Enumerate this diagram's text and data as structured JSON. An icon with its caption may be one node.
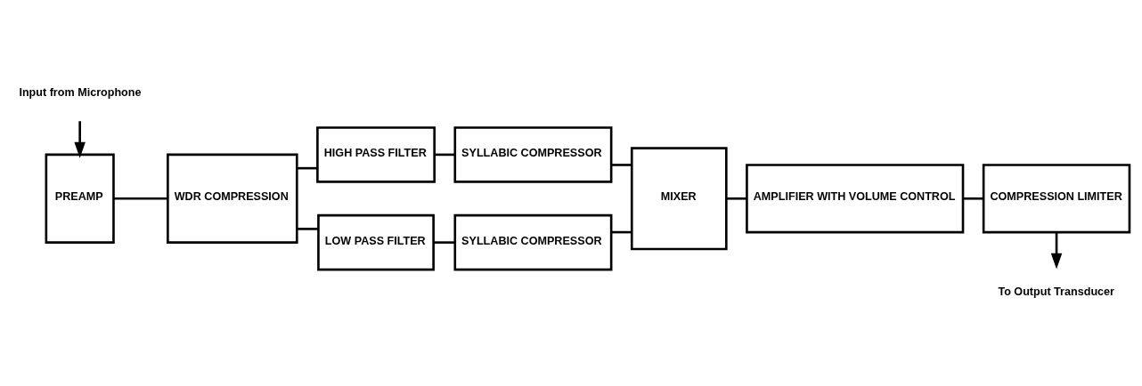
{
  "diagram": {
    "nodes": [
      {
        "text": [
          "Input from Microphone"
        ]
      },
      {
        "text": [
          "PREAMP"
        ]
      },
      {
        "text": [
          "WDR COMPRESSION"
        ]
      },
      {
        "text": [
          "HIGH PASS FILTER"
        ]
      },
      {
        "text": [
          "SYLLABIC COMPRESSOR"
        ]
      },
      {
        "text": [
          "LOW PASS FILTER"
        ]
      },
      {
        "text": [
          "SYLLABIC COMPRESSOR"
        ]
      },
      {
        "text": [
          "MIXER"
        ]
      },
      {
        "text": [
          "AMPLIFIER WITH VOLUME CONTROL"
        ]
      },
      {
        "text": [
          "COMPRESSION LIMITER"
        ]
      },
      {
        "text": [
          "To Output Transducer"
        ]
      }
    ],
    "edges": [
      {
        "from": 0,
        "to": 1,
        "arrow": "to"
      },
      {
        "from": 1,
        "to": 2,
        "arrow": "none"
      },
      {
        "from": 2,
        "to": 3,
        "arrow": "none"
      },
      {
        "from": 2,
        "to": 5,
        "arrow": "none"
      },
      {
        "from": 3,
        "to": 4,
        "arrow": "none"
      },
      {
        "from": 5,
        "to": 6,
        "arrow": "none"
      },
      {
        "from": 4,
        "to": 7,
        "arrow": "none"
      },
      {
        "from": 6,
        "to": 7,
        "arrow": "none"
      },
      {
        "from": 7,
        "to": 8,
        "arrow": "none"
      },
      {
        "from": 8,
        "to": 9,
        "arrow": "none"
      },
      {
        "from": 9,
        "to": 10,
        "arrow": "to"
      }
    ]
  }
}
